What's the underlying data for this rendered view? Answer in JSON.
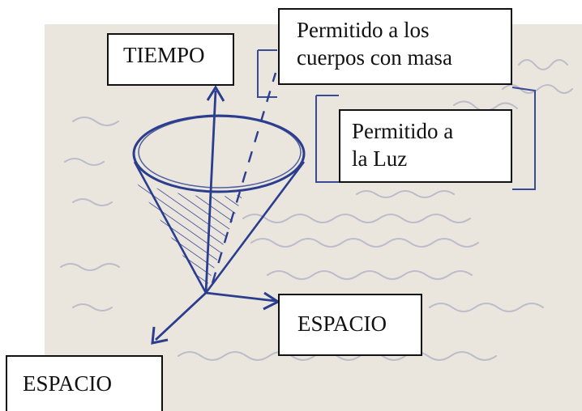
{
  "labels": {
    "tiempo": "TIEMPO",
    "masa": [
      "Permitido a los",
      "cuerpos con masa"
    ],
    "luz": [
      "Permitido a",
      "la Luz"
    ],
    "espacio_right": "ESPACIO",
    "espacio_left": "ESPACIO"
  },
  "colors": {
    "paper": "#ebe6dd",
    "ink": "#2a3d8f",
    "faint_ink": "#b9b8c9",
    "box_border": "#111111",
    "box_fill": "#ffffff"
  }
}
